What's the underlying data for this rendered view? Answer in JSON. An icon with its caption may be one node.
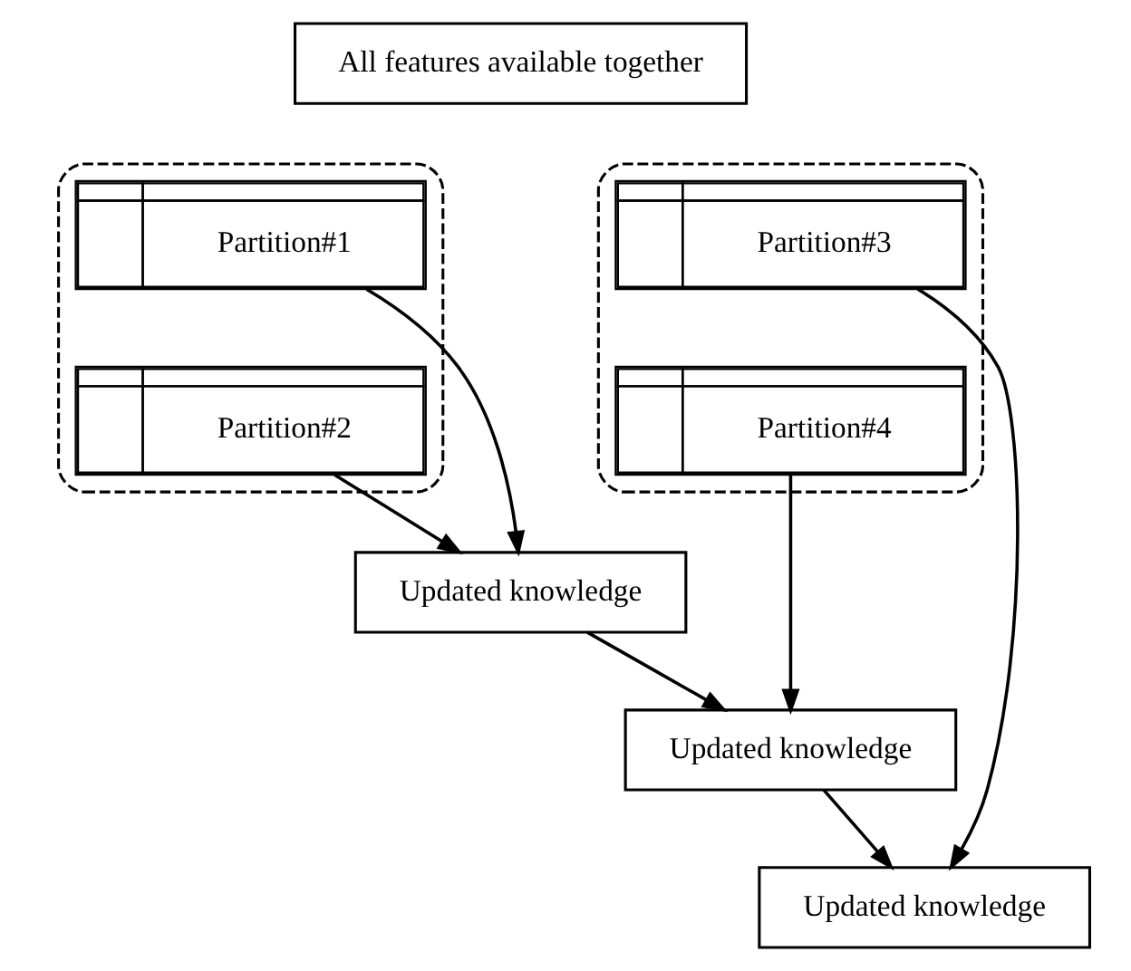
{
  "diagram": {
    "nodes": [
      {
        "text": [
          "All features available together"
        ]
      },
      {
        "text": [],
        "shape": "box"
      },
      {
        "text": [
          "Partition#1"
        ],
        "in": 1
      },
      {
        "text": [
          "Partition#2"
        ],
        "in": 1
      },
      {
        "text": [],
        "shape": "box"
      },
      {
        "text": [
          "Partition#3"
        ],
        "in": 4
      },
      {
        "text": [
          "Partition#4"
        ],
        "in": 4
      },
      {
        "text": [
          "Updated knowledge"
        ]
      },
      {
        "text": [
          "Updated knowledge"
        ]
      },
      {
        "text": [
          "Updated knowledge"
        ]
      }
    ],
    "edges": [
      {
        "from": 2,
        "to": 7,
        "arrow": "to"
      },
      {
        "from": 3,
        "to": 7,
        "arrow": "to"
      },
      {
        "from": 6,
        "to": 8,
        "arrow": "to"
      },
      {
        "from": 7,
        "to": 8,
        "arrow": "to"
      },
      {
        "from": 8,
        "to": 9,
        "arrow": "to"
      },
      {
        "from": 5,
        "to": 9,
        "arrow": "to"
      }
    ]
  }
}
